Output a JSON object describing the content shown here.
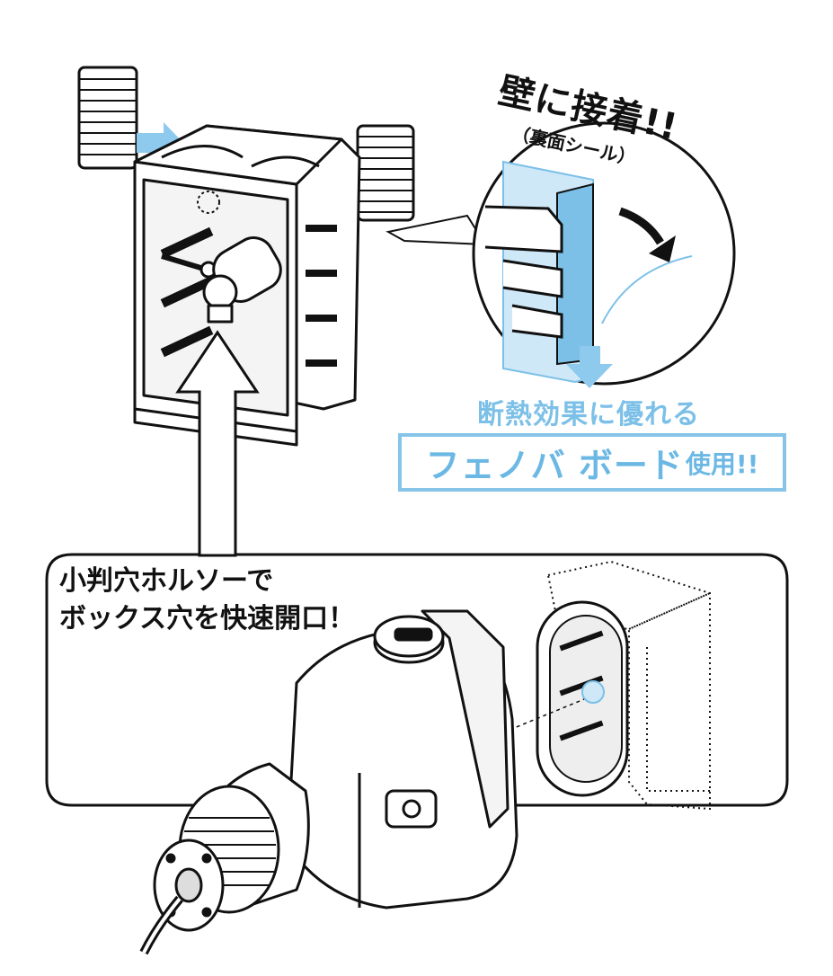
{
  "callout_glue": {
    "title": "壁に接着!!",
    "note": "（裏面シール）"
  },
  "insulation_text": "断熱効果に優れる",
  "board_label": {
    "name": "フェノバ ボード",
    "suffix": "使用!!"
  },
  "holesaw_text": {
    "line1": "小判穴ホルソーで",
    "line2": "ボックス穴を快速開口！"
  },
  "colors": {
    "accent_blue": "#7cc0e8",
    "line_black": "#111111"
  }
}
